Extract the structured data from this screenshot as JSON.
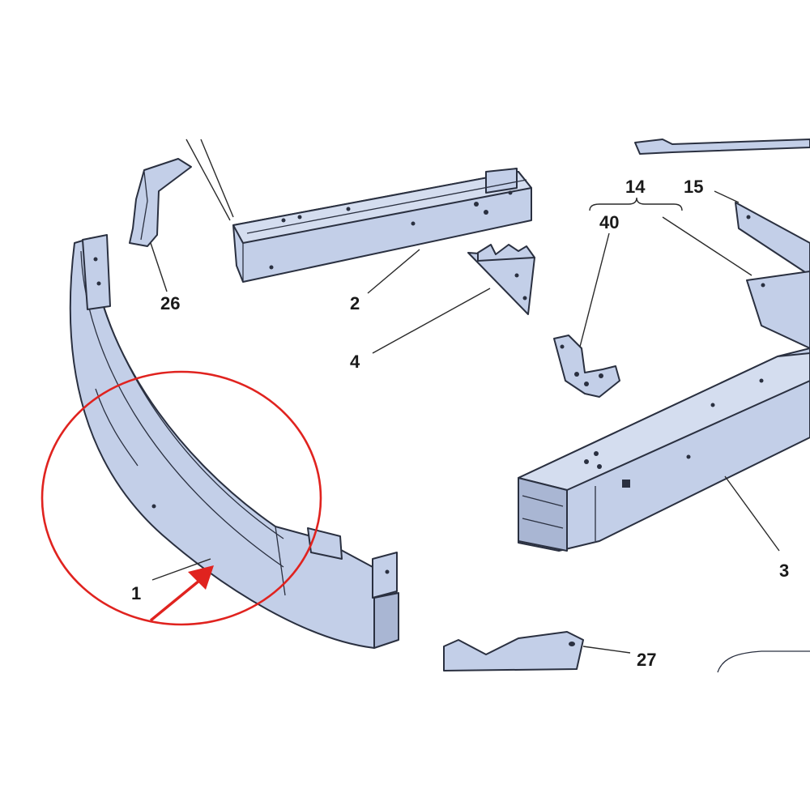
{
  "callouts": {
    "c1": "1",
    "c2": "2",
    "c3": "3",
    "c4": "4",
    "c14": "14",
    "c15": "15",
    "c26": "26",
    "c27": "27",
    "c40": "40"
  },
  "highlight": {
    "target_callout": "1",
    "color": "#e0231f"
  },
  "colors": {
    "part_fill": "#c3cfe8",
    "outline": "#2a3040"
  }
}
